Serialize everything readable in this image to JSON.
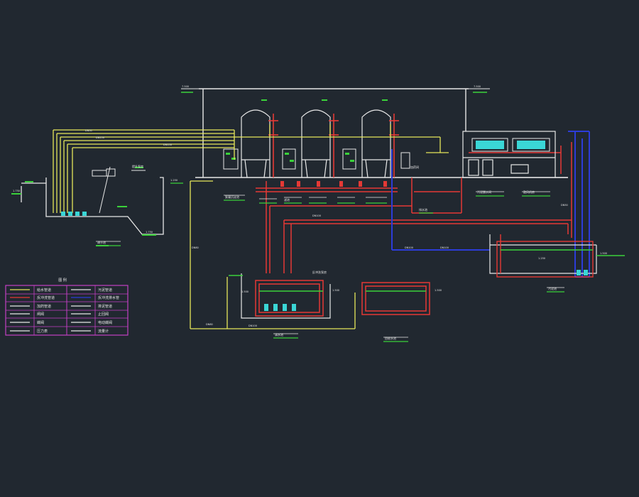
{
  "drawing": {
    "title": "",
    "background": "#212830",
    "colors": {
      "white": "#e8e8e8",
      "yellow": "#e6e65a",
      "red": "#e53935",
      "blue": "#2c3cd8",
      "green": "#3ad13a",
      "cyan": "#3ad6d6",
      "magenta": "#c43fc4",
      "gray": "#9aa0a6"
    },
    "elevations": [
      "7.500",
      "7.500",
      "1.750",
      "1.750",
      "1.500",
      "1.500",
      "1.500",
      "1.500",
      "1.250",
      "1.250"
    ],
    "pipe_sizes": [
      "DN150",
      "DN150",
      "DN100",
      "DN100",
      "DN100",
      "DN100",
      "DN80",
      "DN80",
      "DN50",
      "DN50"
    ],
    "legend": {
      "title": "图 例",
      "rows": [
        [
          "给水管道",
          "污泥管道"
        ],
        [
          "反冲洗管道",
          "反冲洗排水管"
        ],
        [
          "加药管道",
          "排泥管道"
        ],
        [
          "闸阀",
          "止回阀"
        ],
        [
          "蝶阀",
          "电动蝶阀"
        ],
        [
          "压力表",
          "流量计"
        ]
      ]
    },
    "structure_labels": [
      "调节池",
      "提升泵房",
      "清水池",
      "回收水池",
      "污泥池",
      "排水池",
      "絮凝沉淀池",
      "滤池",
      "加药间",
      "污泥脱水间",
      "鼓风机房",
      "反冲洗泵房"
    ]
  }
}
